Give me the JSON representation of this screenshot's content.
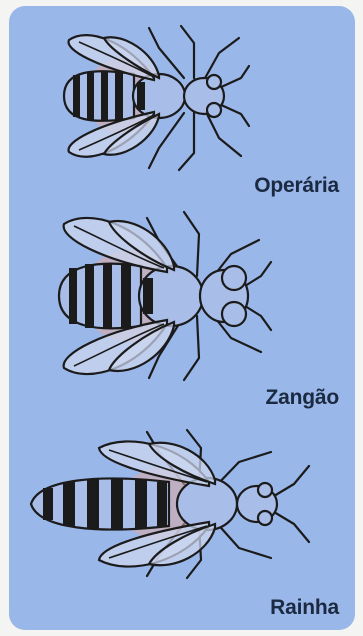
{
  "castes": [
    {
      "label": "Operária"
    },
    {
      "label": "Zangão"
    },
    {
      "label": "Rainha"
    }
  ],
  "icons": [
    "worker-bee-icon",
    "drone-bee-icon",
    "queen-bee-icon"
  ]
}
